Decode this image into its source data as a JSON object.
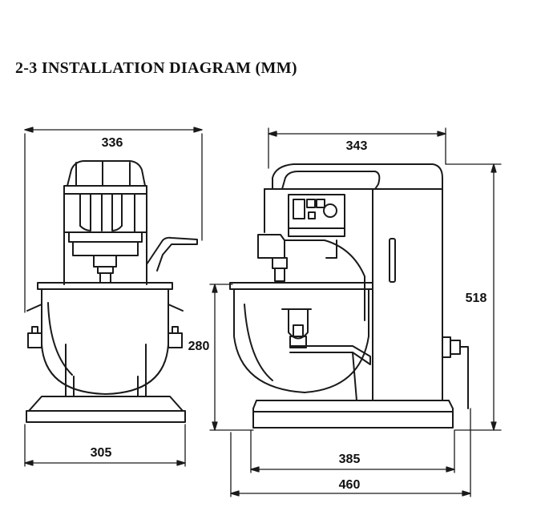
{
  "title": "2-3 INSTALLATION DIAGRAM (MM)",
  "dimensions": {
    "front_width": "336",
    "front_base_width": "305",
    "side_width": "343",
    "height_total": "518",
    "bowl_height": "280",
    "side_base_depth": "385",
    "overall_depth": "460"
  }
}
